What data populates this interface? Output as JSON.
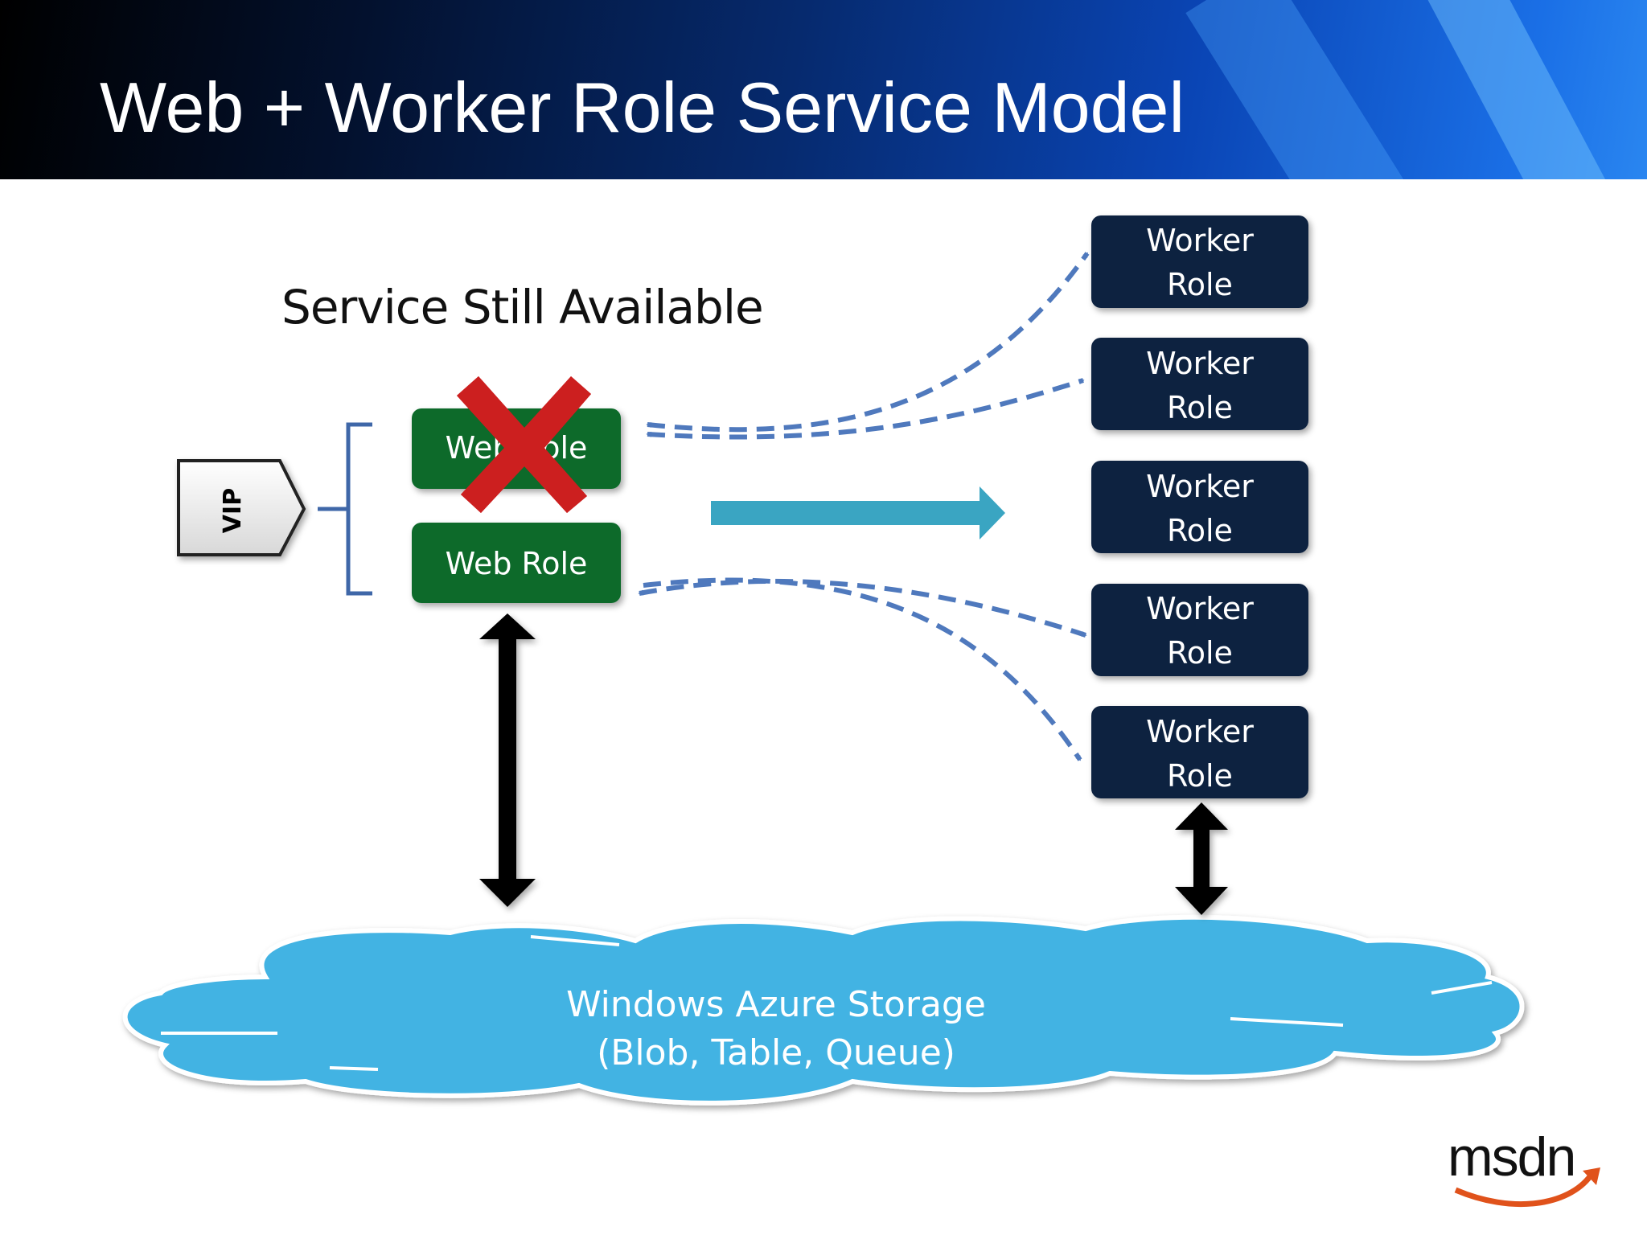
{
  "title": "Web + Worker Role Service Model",
  "status_text": "Service Still Available",
  "vip_label": "VIP",
  "web_roles": [
    {
      "label": "Web Role",
      "failed": true
    },
    {
      "label": "Web Role",
      "failed": false
    }
  ],
  "worker_roles": [
    {
      "line1": "Worker",
      "line2": "Role"
    },
    {
      "line1": "Worker",
      "line2": "Role"
    },
    {
      "line1": "Worker",
      "line2": "Role"
    },
    {
      "line1": "Worker",
      "line2": "Role"
    },
    {
      "line1": "Worker",
      "line2": "Role"
    }
  ],
  "storage": {
    "line1": "Windows Azure Storage",
    "line2": "(Blob, Table, Queue)"
  },
  "logo": "msdn",
  "colors": {
    "web_role_fill": "#0b6b2c",
    "worker_role_fill": "#0e2340",
    "cloud_fill": "#42b3e3",
    "dashed_arrow": "#4f79bd",
    "teal_arrow": "#3aa5c2",
    "fail_mark": "#cc1f1f",
    "bracket": "#3f67a8"
  }
}
